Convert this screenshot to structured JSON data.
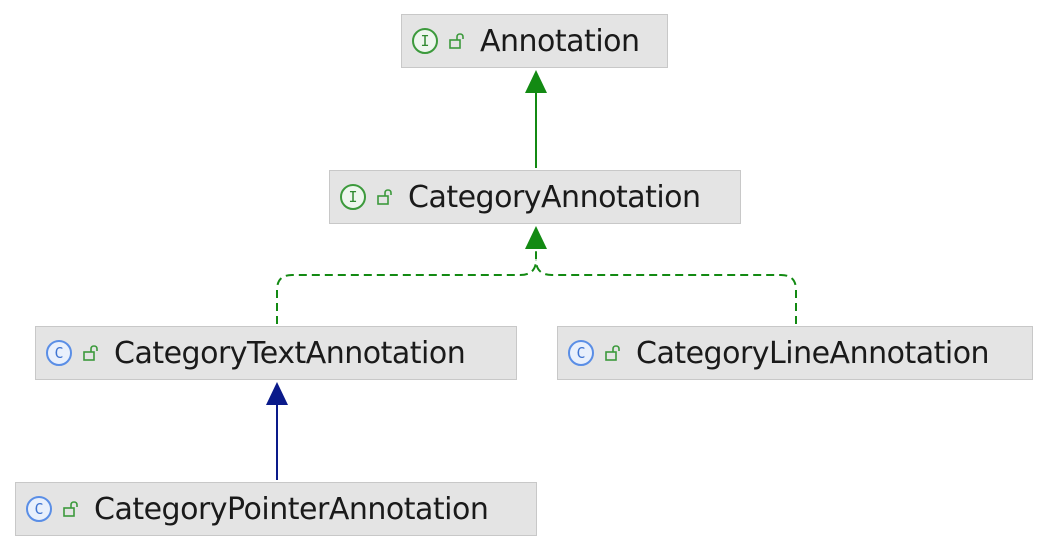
{
  "diagram": {
    "nodes": [
      {
        "id": "annotation",
        "label": "Annotation",
        "kind": "interface",
        "kind_glyph": "I",
        "visibility_icon": "open-lock-icon"
      },
      {
        "id": "category-annotation",
        "label": "CategoryAnnotation",
        "kind": "interface",
        "kind_glyph": "I",
        "visibility_icon": "open-lock-icon"
      },
      {
        "id": "category-text-annotation",
        "label": "CategoryTextAnnotation",
        "kind": "class",
        "kind_glyph": "C",
        "visibility_icon": "open-lock-icon"
      },
      {
        "id": "category-line-annotation",
        "label": "CategoryLineAnnotation",
        "kind": "class",
        "kind_glyph": "C",
        "visibility_icon": "open-lock-icon"
      },
      {
        "id": "category-pointer-annotation",
        "label": "CategoryPointerAnnotation",
        "kind": "class",
        "kind_glyph": "C",
        "visibility_icon": "open-lock-icon"
      }
    ],
    "edges": [
      {
        "from": "category-annotation",
        "to": "annotation",
        "relation": "extends",
        "style": "solid",
        "color": "#138a13"
      },
      {
        "from": "category-text-annotation",
        "to": "category-annotation",
        "relation": "implements",
        "style": "dashed",
        "color": "#138a13"
      },
      {
        "from": "category-line-annotation",
        "to": "category-annotation",
        "relation": "implements",
        "style": "dashed",
        "color": "#138a13"
      },
      {
        "from": "category-pointer-annotation",
        "to": "category-text-annotation",
        "relation": "extends",
        "style": "solid",
        "color": "#0a1a8a"
      }
    ],
    "colors": {
      "node_fill": "#e4e4e4",
      "interface_icon": "#3c9a3c",
      "class_icon": "#5a8ee6",
      "lock_icon": "#3c9a3c"
    }
  }
}
